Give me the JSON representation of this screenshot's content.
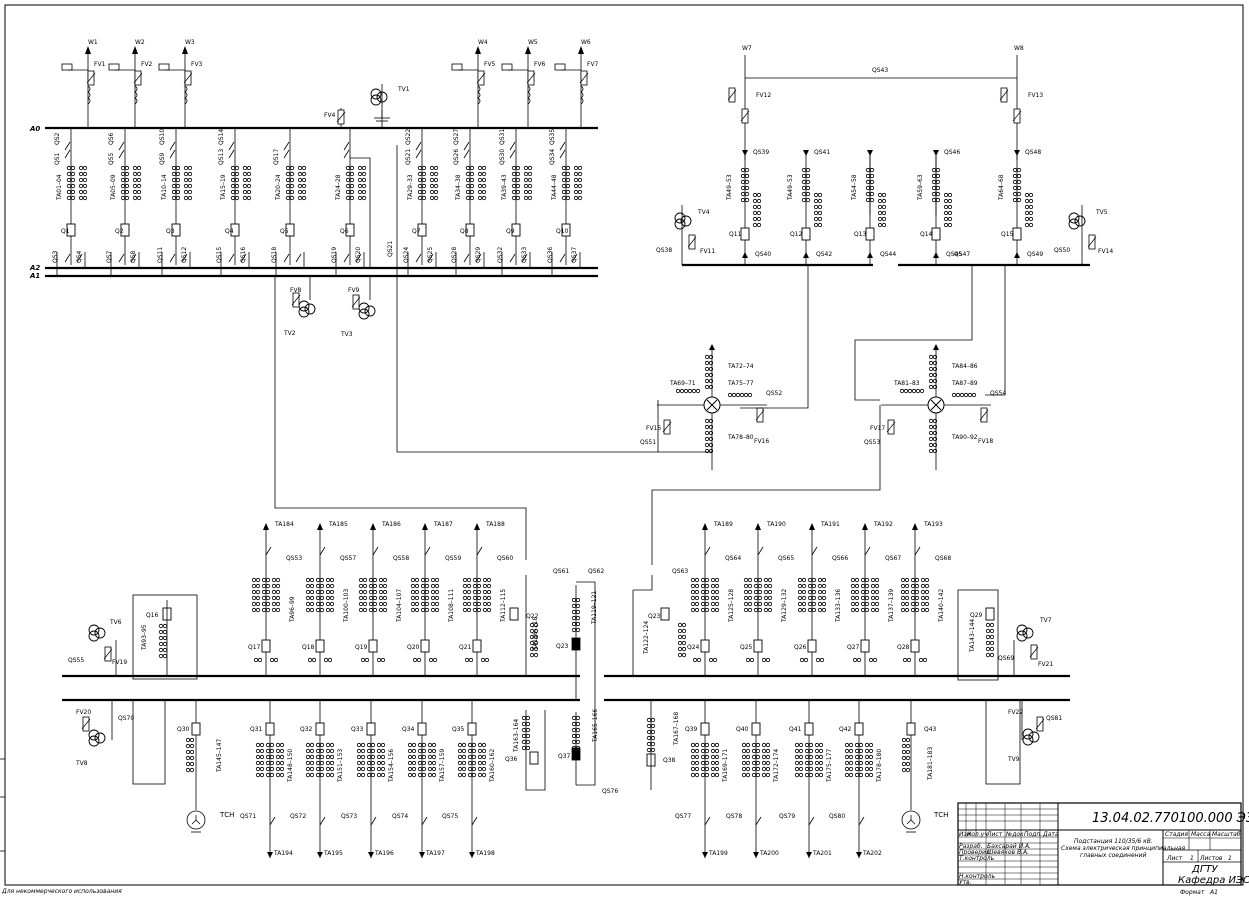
{
  "colors": {
    "ink": "#000000",
    "paper": "#ffffff",
    "frame": "#000000"
  },
  "buses": {
    "A0": "A0",
    "A2": "A2",
    "A1": "A1"
  },
  "hv_lines": [
    "W1",
    "W2",
    "W3",
    "W4",
    "W5",
    "W6"
  ],
  "mv_lines": [
    "W7",
    "W8"
  ],
  "hv_arresters": [
    "FV1",
    "FV2",
    "FV3",
    "FV5",
    "FV6",
    "FV7"
  ],
  "hv_bays": [
    {
      "q": "Q1",
      "qs_top": [
        "QS1",
        "QS2"
      ],
      "ta": "TA01–04",
      "qs_bot": [
        "QS3",
        "QS4"
      ]
    },
    {
      "q": "Q2",
      "qs_top": [
        "QS5",
        "QS6"
      ],
      "ta": "TA05–09",
      "qs_bot": [
        "QS7",
        "QS8"
      ]
    },
    {
      "q": "Q3",
      "qs_top": [
        "QS9",
        "QS10"
      ],
      "ta": "TA10–14",
      "qs_bot": [
        "QS11",
        "QS12"
      ]
    },
    {
      "q": "Q4",
      "qs_top": [
        "QS13",
        "QS14"
      ],
      "ta": "TA15–19",
      "qs_bot": [
        "QS15",
        "QS16"
      ]
    },
    {
      "q": "Q5",
      "qs_top": [
        "QS17"
      ],
      "ta": "TA20–24",
      "qs_bot": [
        "QS18"
      ]
    },
    {
      "q": "Q6",
      "qs_top": [],
      "ta": "TA24–28",
      "qs_bot": [
        "QS19",
        "QS20"
      ]
    },
    {
      "q": "Q7",
      "qs_top": [
        "QS21",
        "QS22"
      ],
      "ta": "TA29–33",
      "qs_bot": [
        "QS24",
        "QS25"
      ]
    },
    {
      "q": "Q8",
      "qs_top": [
        "QS26",
        "QS27"
      ],
      "ta": "TA34–38",
      "qs_bot": [
        "QS28",
        "QS29"
      ]
    },
    {
      "q": "Q9",
      "qs_top": [
        "QS30",
        "QS31"
      ],
      "ta": "TA39–43",
      "qs_bot": [
        "QS32",
        "QS33"
      ]
    },
    {
      "q": "Q10",
      "qs_top": [
        "QS34",
        "QS35"
      ],
      "ta": "TA44–48",
      "qs_bot": [
        "QS36",
        "QS37"
      ]
    }
  ],
  "hv_misc": {
    "tv1": "TV1",
    "fv4": "FV4",
    "tv2": "TV2",
    "tv3": "TV3",
    "fv8": "FV8",
    "fv9": "FV9",
    "qs21": "QS21"
  },
  "mv_section": {
    "fv12": "FV12",
    "fv13": "FV13",
    "qs43": "QS43",
    "tv4": "TV4",
    "tv5": "TV5",
    "fv11": "FV11",
    "fv14": "FV14",
    "qs38": "QS38",
    "qs50": "QS50",
    "bays": [
      {
        "q": "Q11",
        "ta": "TA49–53",
        "qs_top": "QS39",
        "qs_bot": "QS40"
      },
      {
        "q": "Q12",
        "ta": "TA49–53",
        "qs_top": "QS41",
        "qs_bot": "QS42"
      },
      {
        "q": "Q13",
        "ta": "TA54–58",
        "qs_top": "",
        "qs_bot": "QS44"
      },
      {
        "q": "Q14",
        "ta": "TA59–63",
        "qs_top": "QS46",
        "qs_bot": "QS45"
      },
      {
        "q": "Q15",
        "ta": "TA64–68",
        "qs_top": "QS48",
        "qs_bot": "QS49"
      }
    ],
    "qs47": "QS47"
  },
  "transformers": [
    {
      "ta_a": "TA69–71",
      "ta_b": "TA72–74",
      "ta_c": "TA75–77",
      "ta_d": "TA78–80",
      "qs_n": "QS51",
      "qs_m": "QS52",
      "fv_n": "FV15",
      "fv_m": "FV16"
    },
    {
      "ta_a": "TA81–83",
      "ta_b": "TA84–86",
      "ta_c": "TA87–89",
      "ta_d": "TA90–92",
      "qs_n": "QS53",
      "qs_m": "QS54",
      "fv_n": "FV17",
      "fv_m": "FV18"
    }
  ],
  "lv_top_ta": [
    "TA184",
    "TA185",
    "TA186",
    "TA187",
    "TA188",
    "TA189",
    "TA190",
    "TA191",
    "TA192",
    "TA193"
  ],
  "lv_top_qs": [
    "QS53",
    "QS57",
    "QS58",
    "QS59",
    "QS60",
    "QS64",
    "QS65",
    "QS66",
    "QS67",
    "QS68"
  ],
  "lv_top_bays": [
    {
      "q": "Q17",
      "ta": "TA96–99"
    },
    {
      "q": "Q18",
      "ta": "TA100–103"
    },
    {
      "q": "Q19",
      "ta": "TA104–107"
    },
    {
      "q": "Q20",
      "ta": "TA108–111"
    },
    {
      "q": "Q21",
      "ta": "TA112–115"
    },
    {
      "q": "Q24",
      "ta": "TA125–128"
    },
    {
      "q": "Q25",
      "ta": "TA129–132"
    },
    {
      "q": "Q26",
      "ta": "TA133–136"
    },
    {
      "q": "Q27",
      "ta": "TA137–139"
    },
    {
      "q": "Q28",
      "ta": "TA140–142"
    }
  ],
  "lv_bottom_bays": [
    {
      "q": "Q31",
      "ta": "TA148–150"
    },
    {
      "q": "Q32",
      "ta": "TA151–153"
    },
    {
      "q": "Q33",
      "ta": "TA154–156"
    },
    {
      "q": "Q34",
      "ta": "TA157–159"
    },
    {
      "q": "Q35",
      "ta": "TA160–162"
    },
    {
      "q": "Q39",
      "ta": "TA169–171"
    },
    {
      "q": "Q40",
      "ta": "TA172–174"
    },
    {
      "q": "Q41",
      "ta": "TA175–177"
    },
    {
      "q": "Q42",
      "ta": "TA178–180"
    },
    {
      "q": "Q43",
      "ta": "TA181–183"
    }
  ],
  "lv_bottom_qs": [
    "QS71",
    "QS72",
    "QS73",
    "QS74",
    "QS75",
    "QS77",
    "QS78",
    "QS79",
    "QS80"
  ],
  "lv_bottom_ta": [
    "TA194",
    "TA195",
    "TA196",
    "TA197",
    "TA198",
    "TA199",
    "TA200",
    "TA201",
    "TA202"
  ],
  "lv_misc": {
    "tv6": "TV6",
    "qs55": "QS55",
    "fv19": "FV19",
    "q16": "Q16",
    "ta16": "TA93–95",
    "q22": "Q22",
    "ta22": "TA116–118",
    "qs61": "QS61",
    "qs62": "QS62",
    "q23": "Q23",
    "ta23": "TA119–121",
    "qs63": "QS63",
    "q23b": "Q23",
    "ta23b": "TA122–124",
    "q29": "Q29",
    "ta29": "TA143–144",
    "tv7": "TV7",
    "qs69": "QS69",
    "fv21": "FV21",
    "fv20": "FV20",
    "qs70": "QS70",
    "tv8": "TV8",
    "q30": "Q30",
    "ta30": "TA145–147",
    "tsn_l": "ТСН",
    "ta36": "TA163–164",
    "q36": "Q36",
    "q37": "Q37",
    "ta37": "TA165–166",
    "qs76": "QS76",
    "ta38": "TA167–168",
    "q38": "Q38",
    "fv22": "FV22",
    "qs81": "QS81",
    "tv9": "TV9",
    "tsn_r": "ТСН"
  },
  "stamp": {
    "code": "13.04.02.770100.000 Э3",
    "desc1": "Подстанция 110/35/6 кВ.",
    "desc2": "Схема электрическая принципиальная",
    "desc3": "главных соединений",
    "col_heads": [
      "Изм",
      "Кол.уч",
      "Лист",
      "№док",
      "Подп.",
      "Дата"
    ],
    "rows": [
      {
        "role": "Разраб.",
        "name": "Бахсарай И.А."
      },
      {
        "role": "Проверил",
        "name": "Шевяков В.А."
      },
      {
        "role": "Т.контроль",
        "name": ""
      },
      {
        "role": "Н.контроль",
        "name": ""
      },
      {
        "role": "Утв.",
        "name": ""
      }
    ],
    "stage": "Стадия",
    "mass": "Масса",
    "scale": "Масштаб",
    "sheet": "Лист",
    "sheet_n": "1",
    "sheets": "Листов",
    "sheets_n": "1",
    "org1": "ДГТУ",
    "org2": "Кафедра ИЭС",
    "format_label": "Формат",
    "format": "A1"
  },
  "footer": "Для некоммерческого использования"
}
